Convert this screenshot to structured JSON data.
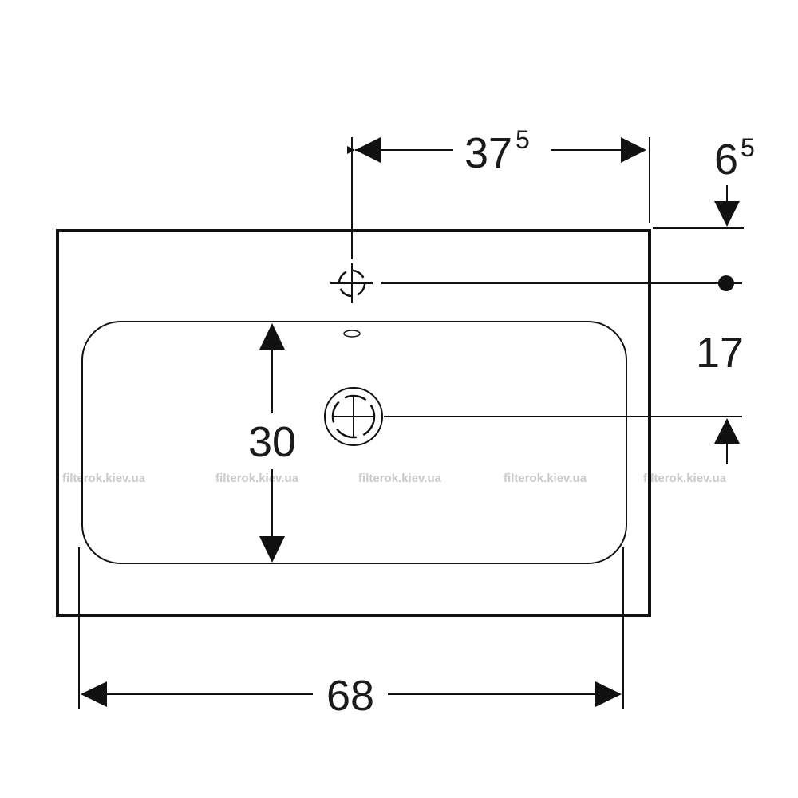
{
  "dimensions": {
    "overall_width": "68",
    "inner_depth": "30",
    "tap_offset": {
      "main": "37",
      "sup": "5"
    },
    "top_margin": {
      "main": "6",
      "sup": "5"
    },
    "drain_distance": "17"
  },
  "watermark": {
    "text": "filterok.kiev.ua",
    "repeats": 5
  },
  "colors": {
    "line": "#111111",
    "watermark": "#c9c9c9",
    "background": "#ffffff"
  }
}
